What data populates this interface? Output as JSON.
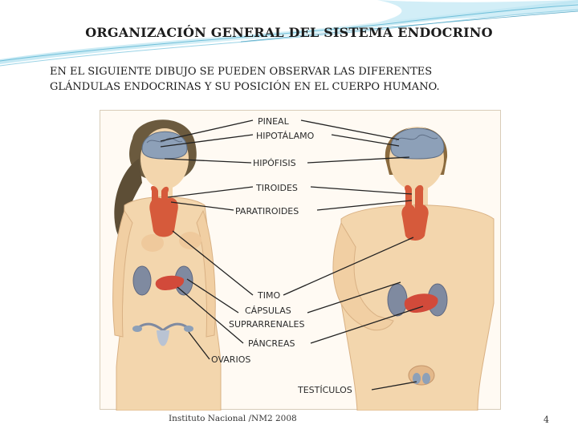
{
  "slide": {
    "title": "ORGANIZACIÓN GENERAL DEL SISTEMA ENDOCRINO",
    "intro_line1": "EN EL SIGUIENTE DIBUJO SE PUEDEN OBSERVAR LAS DIFERENTES",
    "intro_line2": "GLÁNDULAS ENDOCRINAS Y SU POSICIÓN EN EL CUERPO HUMANO.",
    "footer": "Instituto Nacional /NM2 2008",
    "page_number": "4"
  },
  "diagram": {
    "labels": {
      "pineal": "PINEAL",
      "hipotalamo": "HIPOTÁLAMO",
      "hipofisis": "HIPÓFISIS",
      "tiroides": "TIROIDES",
      "paratiroides": "PARATIROIDES",
      "timo": "TIMO",
      "capsulas": "CÁPSULAS",
      "suprarrenales": "SUPRARRENALES",
      "pancreas": "PÁNCREAS",
      "ovarios": "OVARIOS",
      "testiculos": "TESTÍCULOS"
    }
  },
  "colors": {
    "skin": "#f3d6ad",
    "skin_shadow": "#d9b184",
    "brain": "#8da0b8",
    "thyroid": "#d65a3b",
    "kidney": "#7f8aa0",
    "pancreas": "#d24a3a",
    "hair": "#6b5a3e",
    "leader_line": "#222222"
  }
}
